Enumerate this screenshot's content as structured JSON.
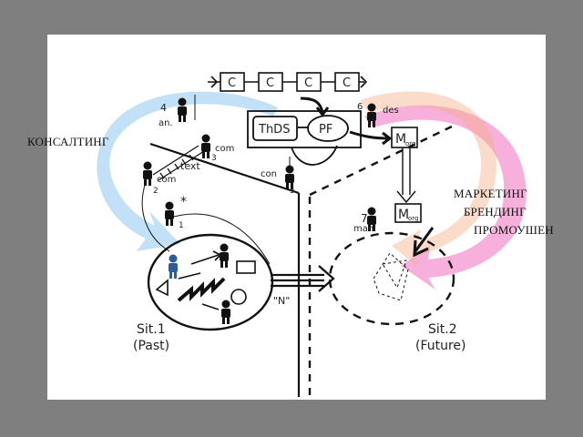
{
  "colors": {
    "background": "#7f7f7f",
    "sheet": "#ffffff",
    "blue_arrow": "#8fc8f0",
    "pink_arrow": "#f070c0",
    "orange_arrow": "#f6b08a",
    "figure_blue": "#2a5d9a",
    "ink": "#111111"
  },
  "labels": {
    "consulting": "КОНСАЛТИНГ",
    "marketing": "МАРКЕТИНГ",
    "branding": "БРЕНДИНГ",
    "promotion": "ПРОМОУШЕН"
  },
  "sketch": {
    "chain_boxes": [
      "C",
      "C",
      "C",
      "C"
    ],
    "thds": "ThDS",
    "pf": "PF",
    "m_org_top": "M",
    "org_small": "org",
    "m_org_bottom": "M",
    "sit1": "Sit.1",
    "past": "(Past)",
    "sit2": "Sit.2",
    "future": "(Future)",
    "n_label": "\"N\"",
    "text_label": "text",
    "an": "an.",
    "com_a": "com",
    "com_b": "com",
    "con": "con",
    "des": "des",
    "man": "man",
    "n1": "1",
    "n2": "2",
    "n3": "3",
    "n4": "4",
    "n5": "5",
    "n6": "6",
    "n7": "7",
    "star": "*"
  }
}
